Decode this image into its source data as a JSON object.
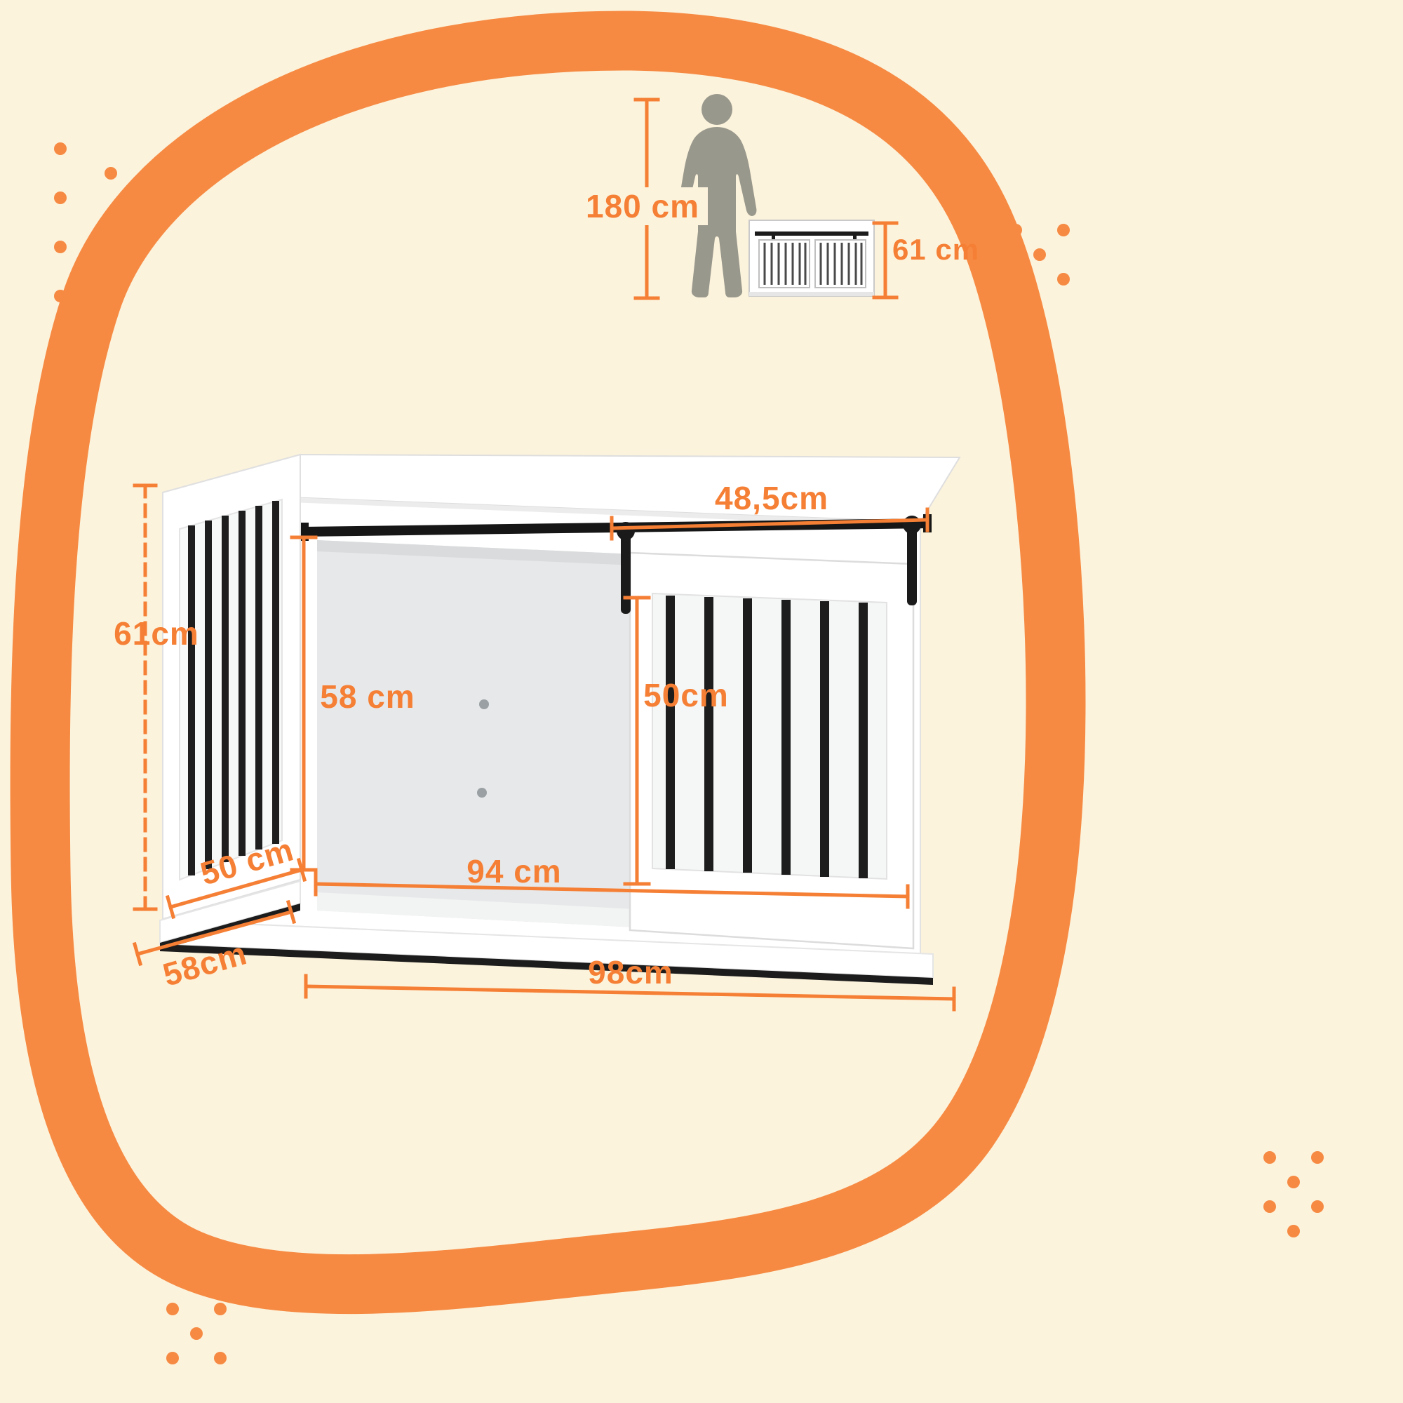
{
  "colors": {
    "background": "#FCF3DC",
    "accent": "#F57F34",
    "ring": "#F68A43",
    "silhouette": "#99988C"
  },
  "scale_reference": {
    "human_height_label": "180 cm",
    "crate_height_label": "61 cm"
  },
  "dimension_labels": {
    "door_width": "48,5cm",
    "overall_height": "61cm",
    "interior_height": "58 cm",
    "door_opening_height": "50cm",
    "interior_width": "94 cm",
    "interior_depth": "50 cm",
    "overall_depth": "58cm",
    "overall_width": "98cm"
  }
}
